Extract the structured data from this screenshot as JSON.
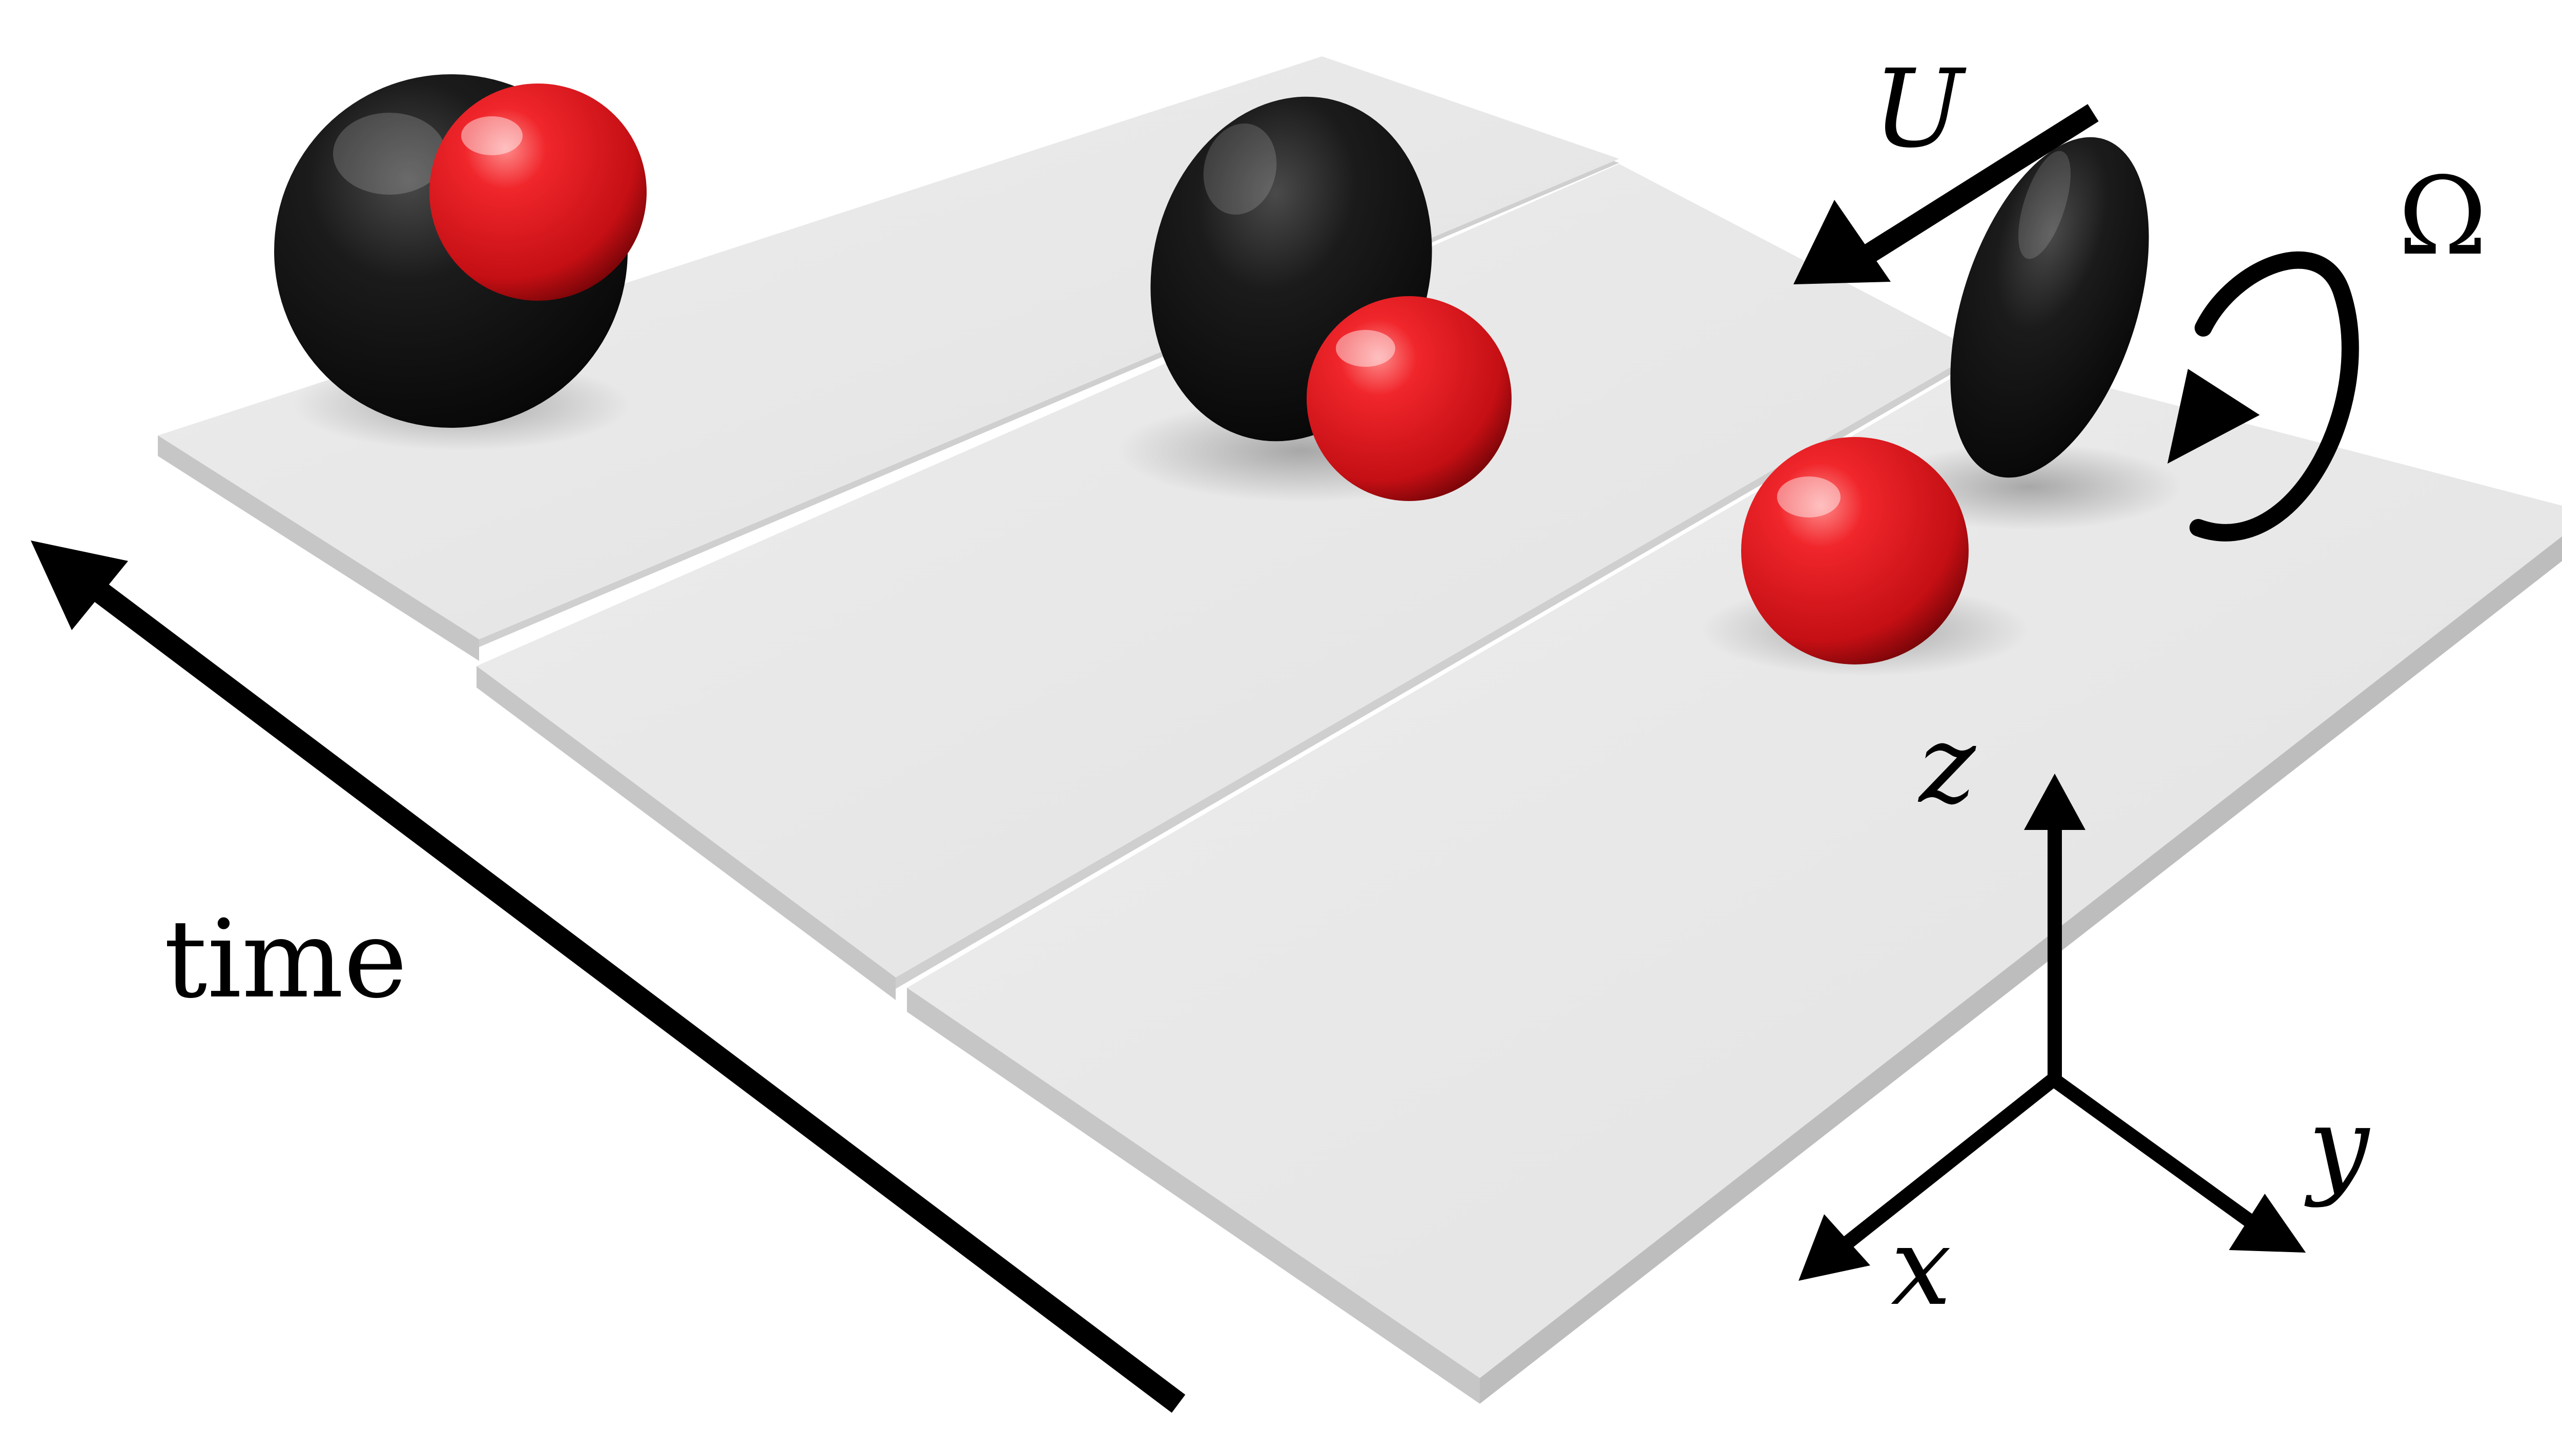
{
  "labels": {
    "time": "time",
    "velocity": "U",
    "angular_velocity": "Ω",
    "axis_x": "x",
    "axis_y": "y",
    "axis_z": "z"
  },
  "colors": {
    "background": "#ffffff",
    "slab_top": "#e9e9e9",
    "slab_edge": "#cfcfcf",
    "disk": "#0d0d0d",
    "sphere": "#e8161c",
    "arrow": "#000000"
  },
  "icons": {
    "disk": "black-disk-icon",
    "sphere": "red-sphere-icon",
    "arrow": "arrow-icon",
    "rotation": "rotation-arrow-icon"
  }
}
